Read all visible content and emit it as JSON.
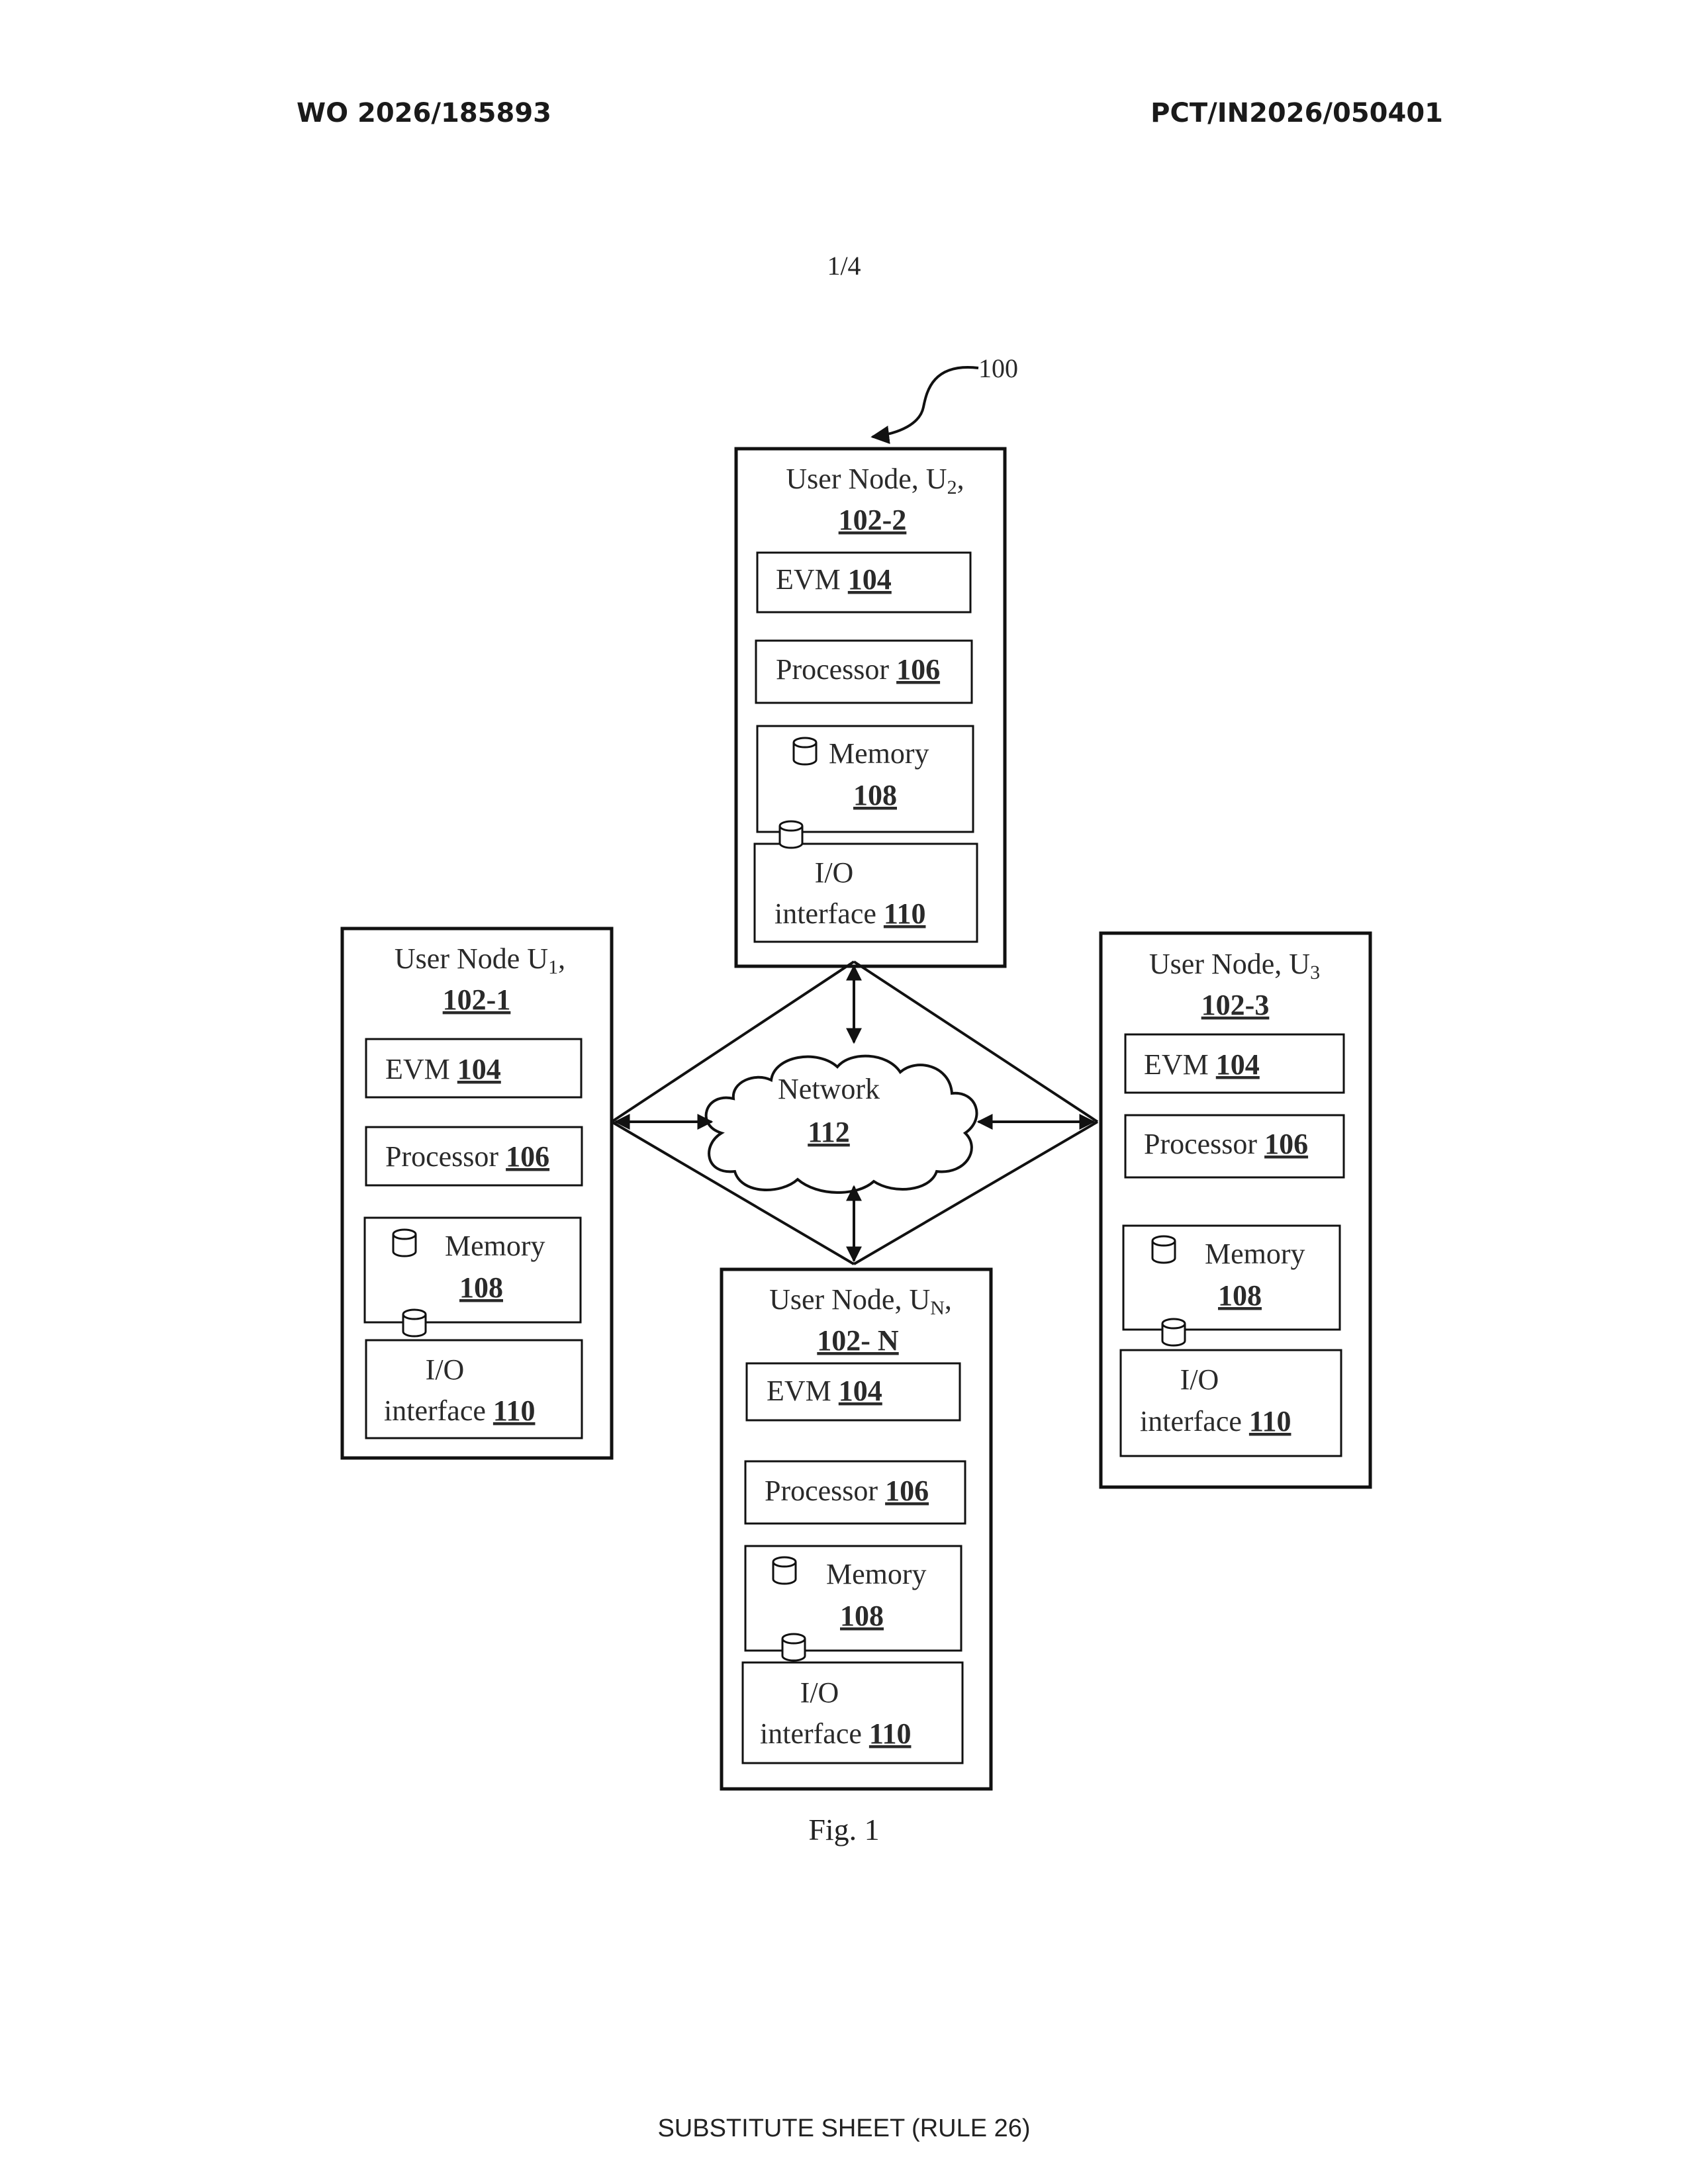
{
  "header": {
    "publication_number": "WO 2026/185893",
    "application_number": "PCT/IN2026/050401"
  },
  "sheet_label": "1/4",
  "figure": {
    "system_ref": "100",
    "caption": "Fig. 1",
    "network": {
      "label": "Network",
      "ref": "112"
    },
    "nodes": {
      "top": {
        "title": "User Node, U",
        "sub": "2",
        "suffix": ",",
        "ref": "102-2",
        "evm": {
          "label": "EVM",
          "ref": "104"
        },
        "processor": {
          "label": "Processor",
          "ref": "106"
        },
        "memory": {
          "label": "Memory",
          "ref": "108"
        },
        "io": {
          "label_line1": "I/O",
          "label_line2": "interface",
          "ref": "110"
        }
      },
      "left": {
        "title": "User Node U",
        "sub": "1",
        "suffix": ",",
        "ref": "102-1",
        "evm": {
          "label": "EVM",
          "ref": "104"
        },
        "processor": {
          "label": "Processor",
          "ref": "106"
        },
        "memory": {
          "label": "Memory",
          "ref": "108"
        },
        "io": {
          "label_line1": "I/O",
          "label_line2": "interface",
          "ref": "110"
        }
      },
      "right": {
        "title": "User Node, U",
        "sub": "3",
        "suffix": "",
        "ref": "102-3",
        "evm": {
          "label": "EVM",
          "ref": "104"
        },
        "processor": {
          "label": "Processor",
          "ref": "106"
        },
        "memory": {
          "label": "Memory",
          "ref": "108"
        },
        "io": {
          "label_line1": "I/O",
          "label_line2": "interface",
          "ref": "110"
        }
      },
      "bottom": {
        "title": "User Node, U",
        "sub": "N",
        "suffix": ",",
        "ref": "102- N",
        "evm": {
          "label": "EVM",
          "ref": "104"
        },
        "processor": {
          "label": "Processor",
          "ref": "106"
        },
        "memory": {
          "label": "Memory",
          "ref": "108"
        },
        "io": {
          "label_line1": "I/O",
          "label_line2": "interface",
          "ref": "110"
        }
      }
    }
  },
  "footer": "SUBSTITUTE SHEET (RULE 26)"
}
